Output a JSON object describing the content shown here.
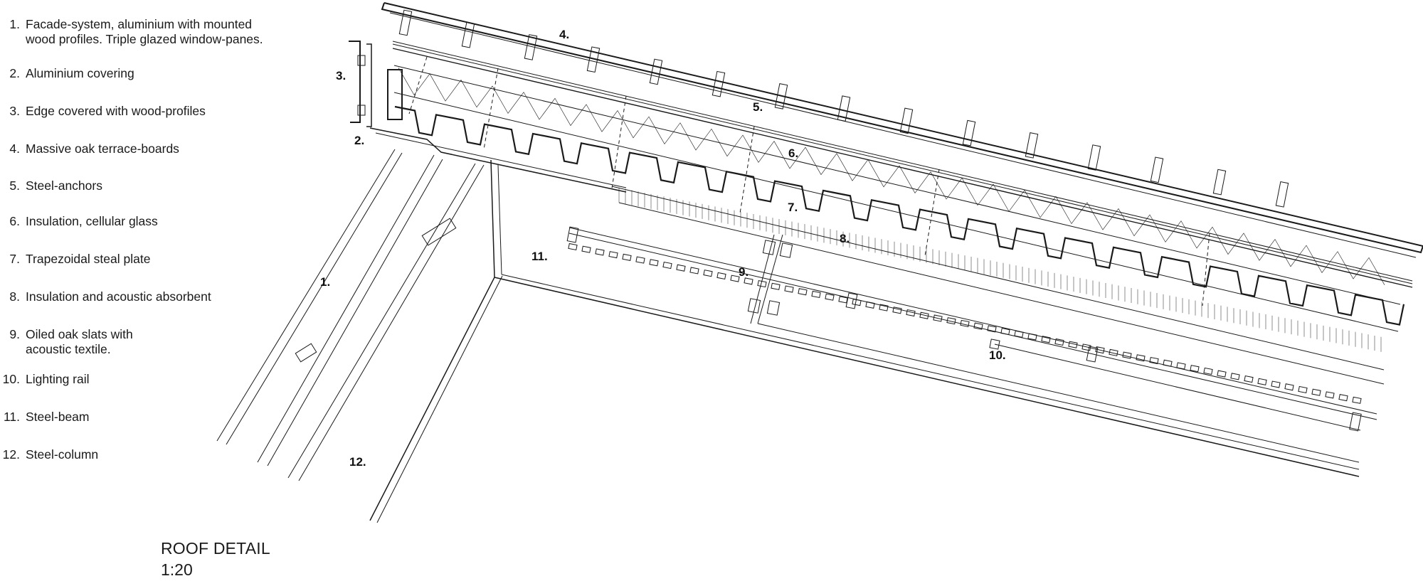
{
  "legend": [
    {
      "num": "1.",
      "text": "Facade-system, aluminium with mounted\nwood profiles. Triple glazed window-panes."
    },
    {
      "num": "2.",
      "text": "Aluminium covering"
    },
    {
      "num": "3.",
      "text": "Edge covered with wood-profiles"
    },
    {
      "num": "4.",
      "text": "Massive oak terrace-boards"
    },
    {
      "num": "5.",
      "text": "Steel-anchors"
    },
    {
      "num": "6.",
      "text": "Insulation, cellular glass"
    },
    {
      "num": "7.",
      "text": "Trapezoidal steal plate"
    },
    {
      "num": "8.",
      "text": "Insulation and acoustic absorbent"
    },
    {
      "num": "9.",
      "text": "Oiled oak slats with\nacoustic textile."
    },
    {
      "num": "10.",
      "text": "Lighting rail"
    },
    {
      "num": "11.",
      "text": "Steel-beam"
    },
    {
      "num": "12.",
      "text": "Steel-column"
    }
  ],
  "callouts": [
    "1.",
    "2.",
    "3.",
    "4.",
    "5.",
    "6.",
    "7.",
    "8.",
    "9.",
    "10.",
    "11.",
    "12."
  ],
  "title": "ROOF DETAIL",
  "scale": "1:20"
}
